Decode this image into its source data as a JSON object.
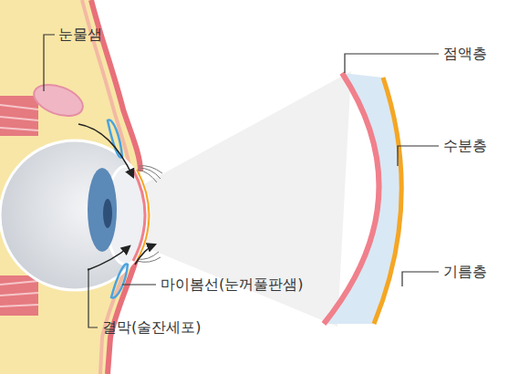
{
  "diagram": {
    "labels": [
      "눈물샘",
      "점액층",
      "수분층",
      "기름층",
      "마이봄선(눈꺼풀판샘)",
      "결막(술잔세포)"
    ]
  }
}
